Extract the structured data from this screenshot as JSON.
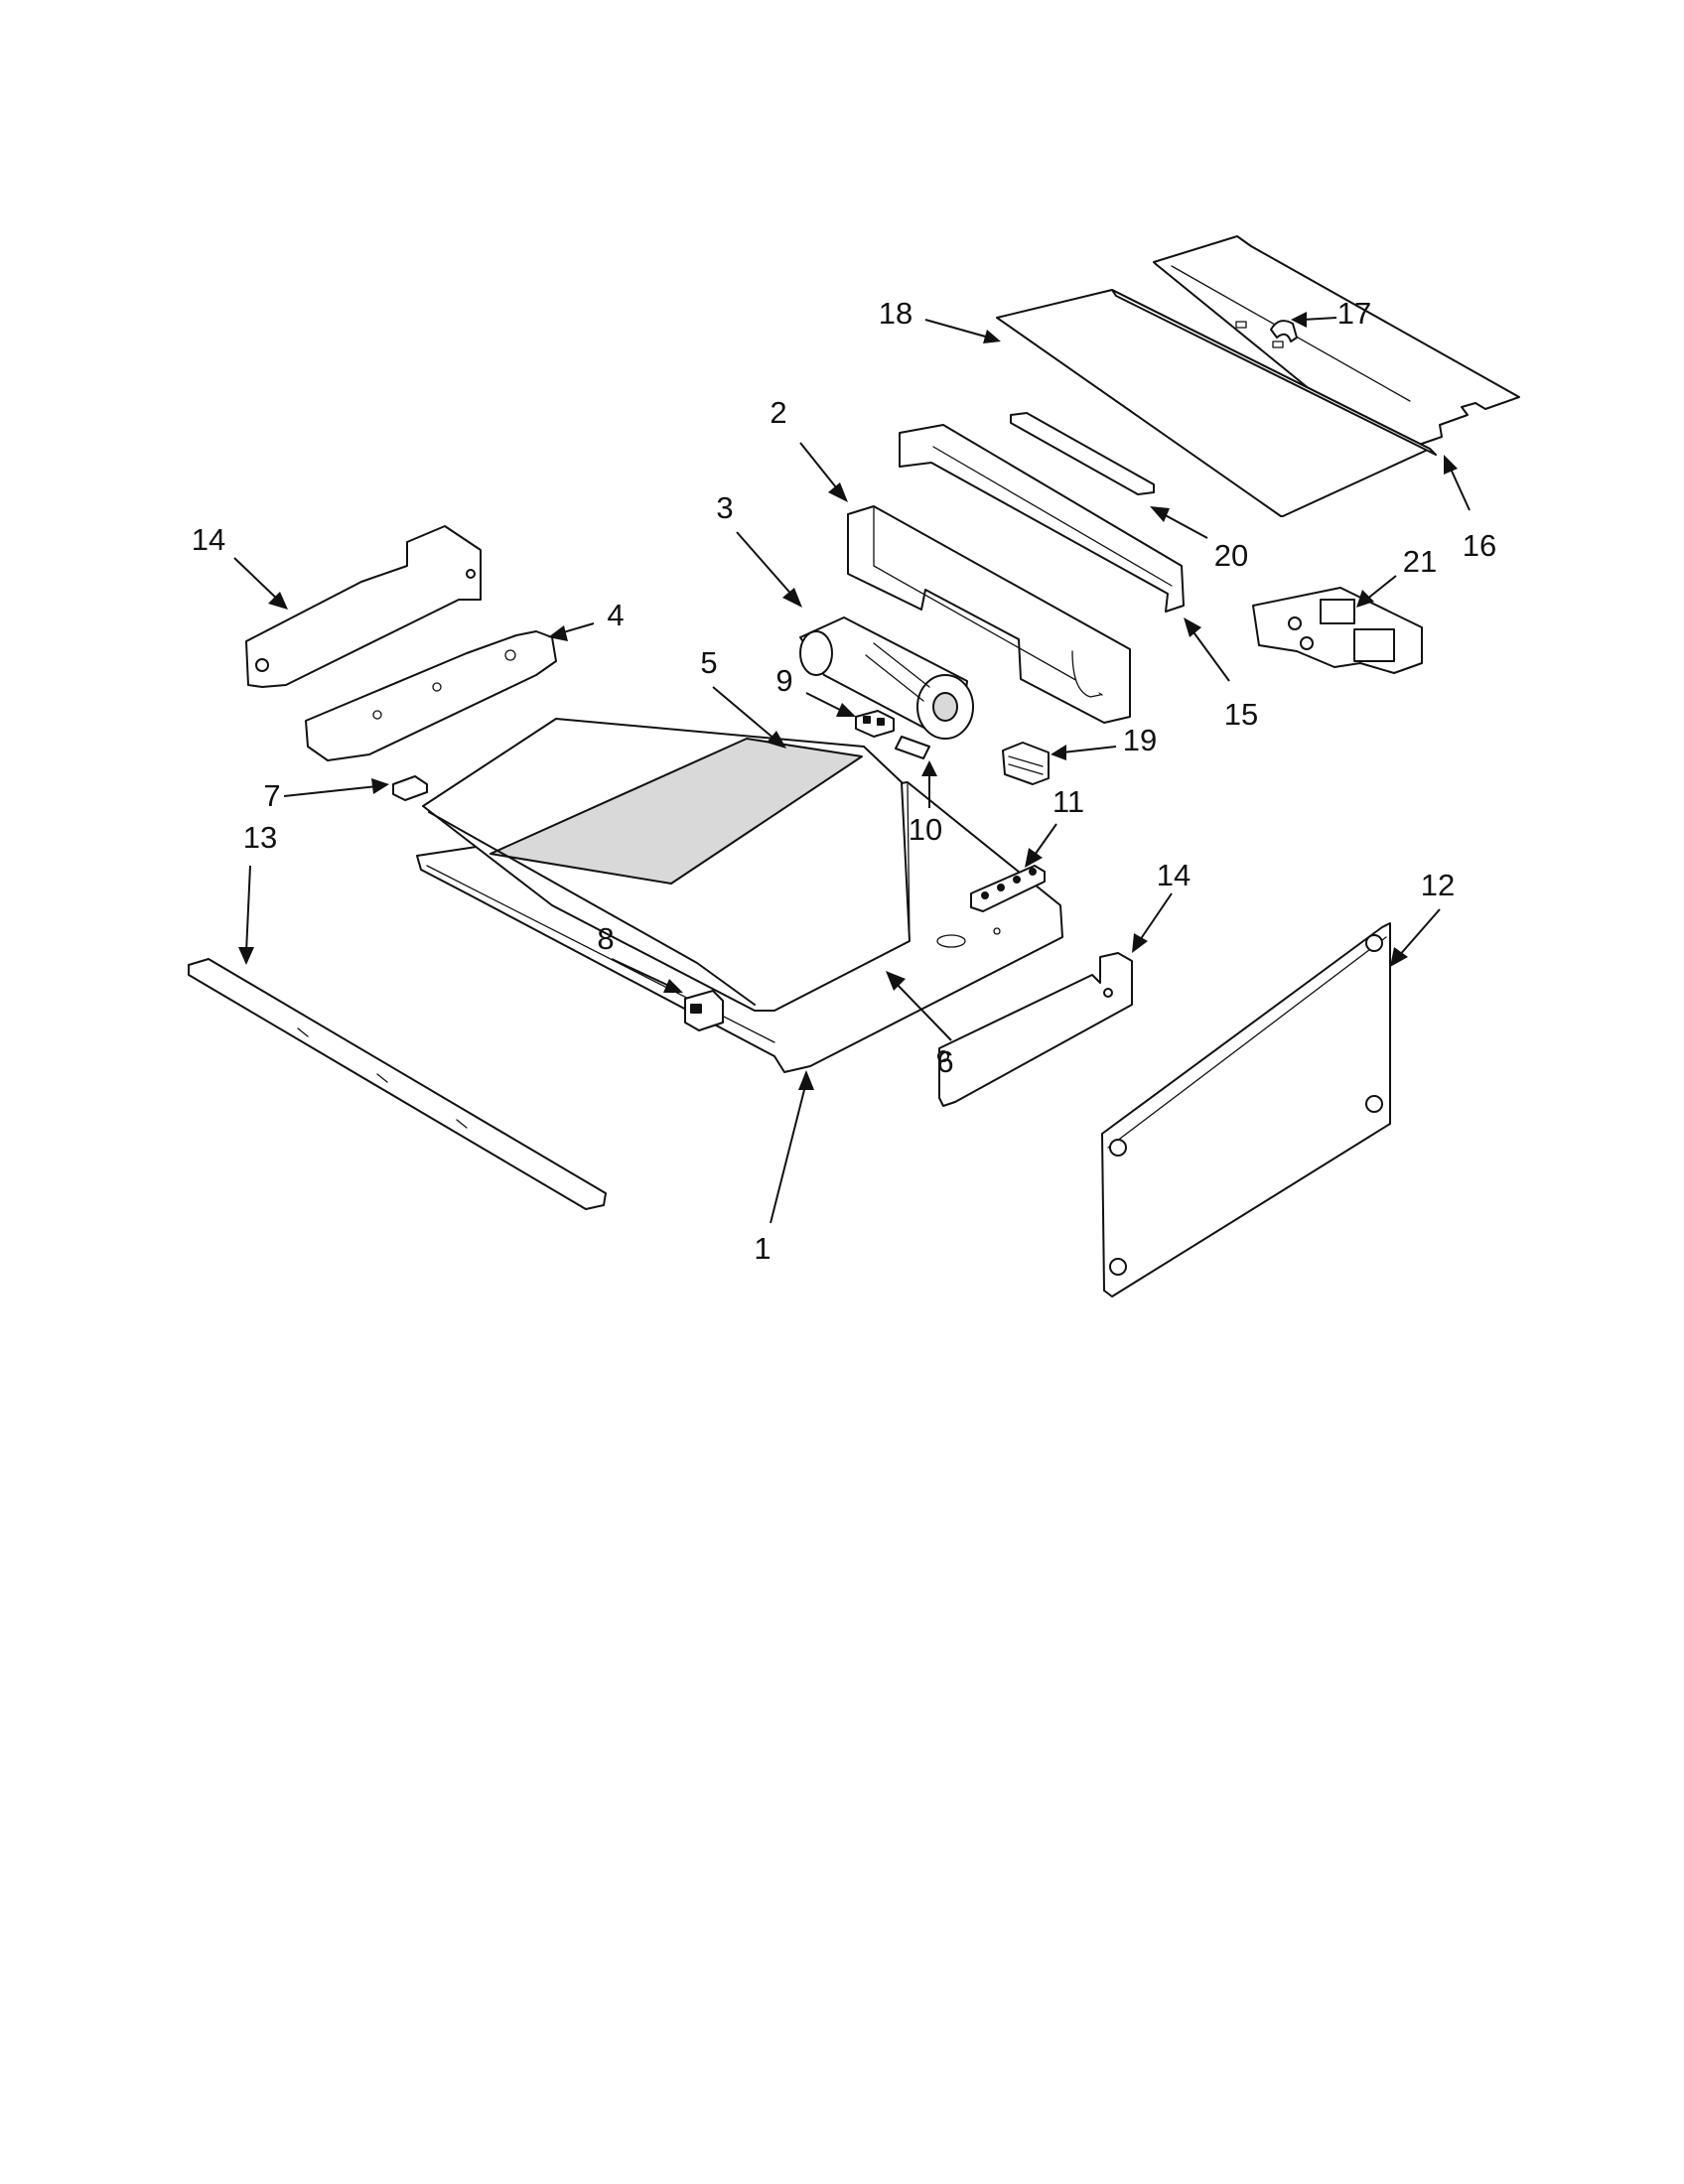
{
  "diagram": {
    "callouts": [
      {
        "id": "c1",
        "label": "1"
      },
      {
        "id": "c2",
        "label": "2"
      },
      {
        "id": "c3",
        "label": "3"
      },
      {
        "id": "c4",
        "label": "4"
      },
      {
        "id": "c5",
        "label": "5"
      },
      {
        "id": "c6",
        "label": "6"
      },
      {
        "id": "c7",
        "label": "7"
      },
      {
        "id": "c8",
        "label": "8"
      },
      {
        "id": "c9",
        "label": "9"
      },
      {
        "id": "c10",
        "label": "10"
      },
      {
        "id": "c11",
        "label": "11"
      },
      {
        "id": "c12",
        "label": "12"
      },
      {
        "id": "c13",
        "label": "13"
      },
      {
        "id": "c14a",
        "label": "14"
      },
      {
        "id": "c14b",
        "label": "14"
      },
      {
        "id": "c15",
        "label": "15"
      },
      {
        "id": "c16",
        "label": "16"
      },
      {
        "id": "c17",
        "label": "17"
      },
      {
        "id": "c18",
        "label": "18"
      },
      {
        "id": "c19",
        "label": "19"
      },
      {
        "id": "c20",
        "label": "20"
      },
      {
        "id": "c21",
        "label": "21"
      }
    ]
  }
}
